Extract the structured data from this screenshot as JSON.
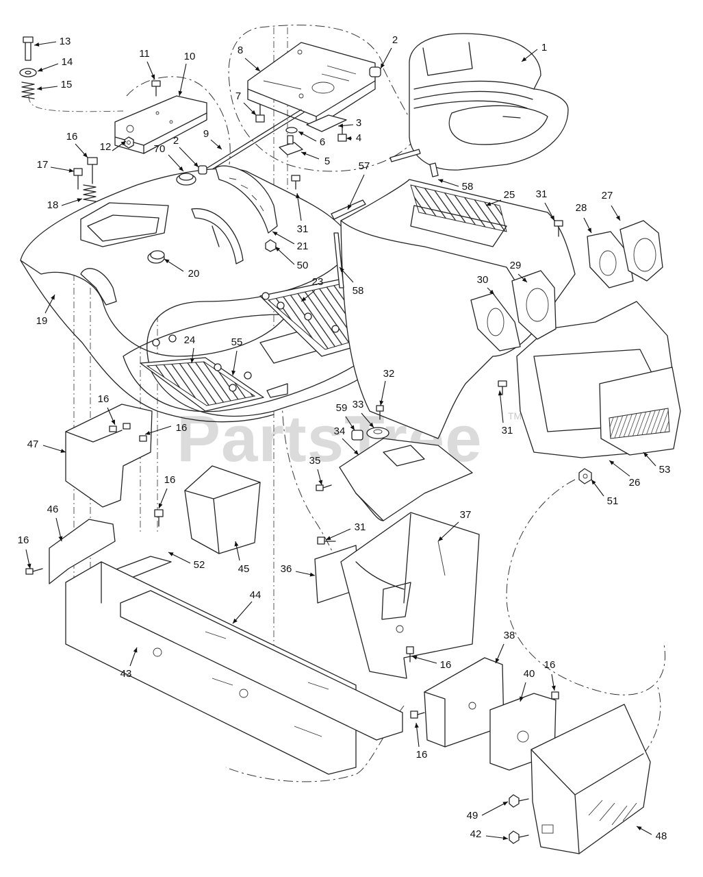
{
  "watermark": {
    "text": "PartsTree",
    "trademark": "TM"
  },
  "callouts": [
    {
      "id": "c13",
      "label": "13"
    },
    {
      "id": "c14",
      "label": "14"
    },
    {
      "id": "c15",
      "label": "15"
    },
    {
      "id": "c11",
      "label": "11"
    },
    {
      "id": "c10",
      "label": "10"
    },
    {
      "id": "c8",
      "label": "8"
    },
    {
      "id": "c2a",
      "label": "2"
    },
    {
      "id": "c1",
      "label": "1"
    },
    {
      "id": "c7",
      "label": "7"
    },
    {
      "id": "c3",
      "label": "3"
    },
    {
      "id": "c4",
      "label": "4"
    },
    {
      "id": "c6",
      "label": "6"
    },
    {
      "id": "c5",
      "label": "5"
    },
    {
      "id": "c16a",
      "label": "16"
    },
    {
      "id": "c17",
      "label": "17"
    },
    {
      "id": "c12",
      "label": "12"
    },
    {
      "id": "c2b",
      "label": "2"
    },
    {
      "id": "c70",
      "label": "70"
    },
    {
      "id": "c9",
      "label": "9"
    },
    {
      "id": "c18",
      "label": "18"
    },
    {
      "id": "c57",
      "label": "57"
    },
    {
      "id": "c58a",
      "label": "58"
    },
    {
      "id": "c25",
      "label": "25"
    },
    {
      "id": "c31a",
      "label": "31"
    },
    {
      "id": "c28",
      "label": "28"
    },
    {
      "id": "c27",
      "label": "27"
    },
    {
      "id": "c31b",
      "label": "31"
    },
    {
      "id": "c21",
      "label": "21"
    },
    {
      "id": "c50",
      "label": "50"
    },
    {
      "id": "c20",
      "label": "20"
    },
    {
      "id": "c29",
      "label": "29"
    },
    {
      "id": "c19",
      "label": "19"
    },
    {
      "id": "c23",
      "label": "23"
    },
    {
      "id": "c58b",
      "label": "58"
    },
    {
      "id": "c30",
      "label": "30"
    },
    {
      "id": "c24",
      "label": "24"
    },
    {
      "id": "c55",
      "label": "55"
    },
    {
      "id": "c32",
      "label": "32"
    },
    {
      "id": "c33",
      "label": "33"
    },
    {
      "id": "c59",
      "label": "59"
    },
    {
      "id": "c34",
      "label": "34"
    },
    {
      "id": "c31c",
      "label": "31"
    },
    {
      "id": "c16b",
      "label": "16"
    },
    {
      "id": "c16c",
      "label": "16"
    },
    {
      "id": "c47",
      "label": "47"
    },
    {
      "id": "c35",
      "label": "35"
    },
    {
      "id": "c53",
      "label": "53"
    },
    {
      "id": "c26",
      "label": "26"
    },
    {
      "id": "c51",
      "label": "51"
    },
    {
      "id": "c16d",
      "label": "16"
    },
    {
      "id": "c46",
      "label": "46"
    },
    {
      "id": "c31d",
      "label": "31"
    },
    {
      "id": "c37",
      "label": "37"
    },
    {
      "id": "c16e",
      "label": "16"
    },
    {
      "id": "c45",
      "label": "45"
    },
    {
      "id": "c52",
      "label": "52"
    },
    {
      "id": "c36",
      "label": "36"
    },
    {
      "id": "c44",
      "label": "44"
    },
    {
      "id": "c16f",
      "label": "16"
    },
    {
      "id": "c38",
      "label": "38"
    },
    {
      "id": "c16g",
      "label": "16"
    },
    {
      "id": "c43",
      "label": "43"
    },
    {
      "id": "c40",
      "label": "40"
    },
    {
      "id": "c16h",
      "label": "16"
    },
    {
      "id": "c49",
      "label": "49"
    },
    {
      "id": "c42",
      "label": "42"
    },
    {
      "id": "c48",
      "label": "48"
    }
  ]
}
